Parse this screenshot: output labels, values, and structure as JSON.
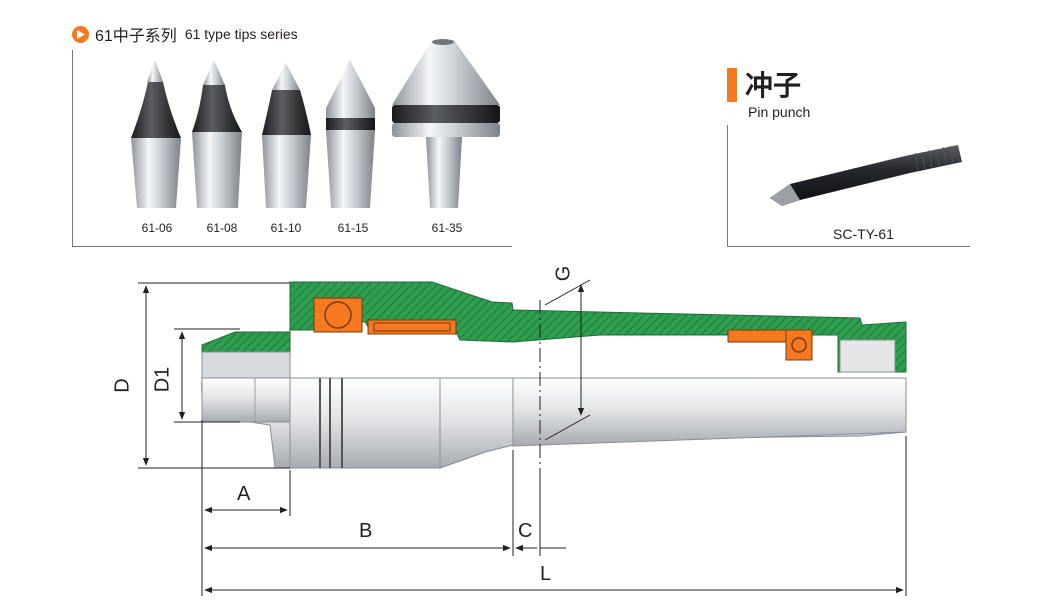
{
  "series": {
    "icon": "play-icon",
    "accent_color": "#f47920",
    "title_cn": "61中子系列",
    "title_en": "61 type tips series",
    "tips": [
      {
        "label": "61-06"
      },
      {
        "label": "61-08"
      },
      {
        "label": "61-10"
      },
      {
        "label": "61-15"
      },
      {
        "label": "61-35"
      }
    ]
  },
  "pin_punch": {
    "title_cn": "冲子",
    "title_en": "Pin punch",
    "code": "SC-TY-61"
  },
  "drawing": {
    "section_color": "#2e9e4f",
    "bearing_color": "#f47920",
    "dimensions": {
      "D": "D",
      "D1": "D1",
      "G": "G",
      "A": "A",
      "B": "B",
      "C": "C",
      "L": "L"
    }
  }
}
